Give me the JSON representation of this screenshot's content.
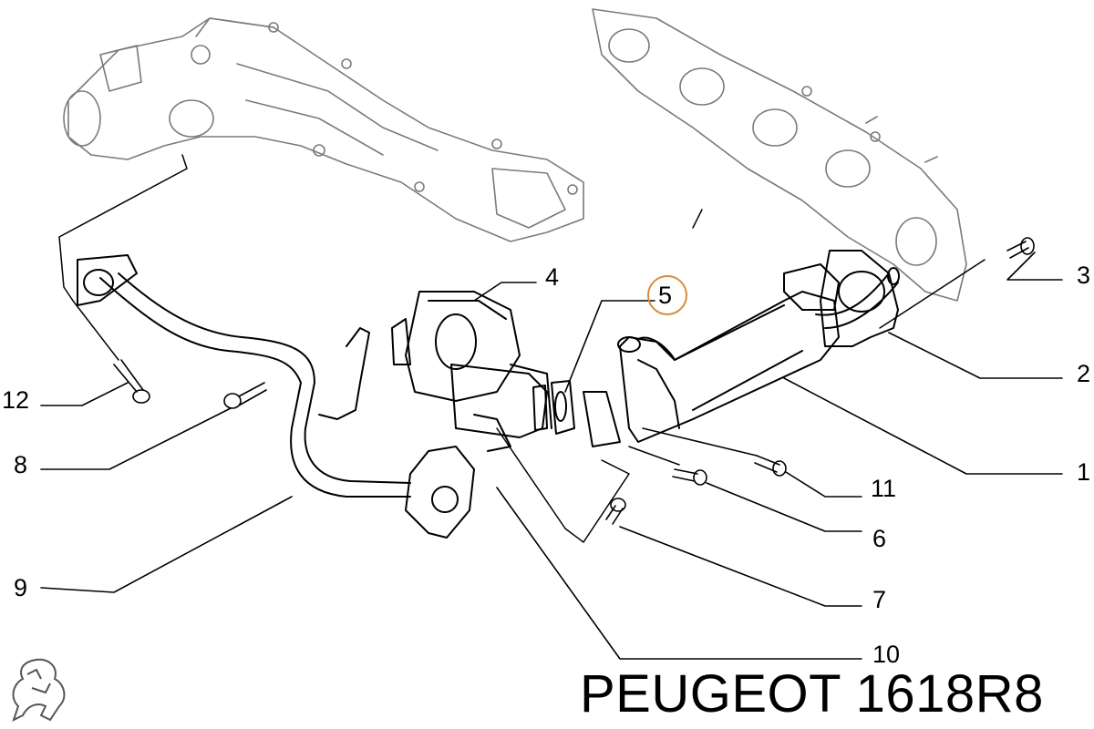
{
  "callouts": {
    "c1": "1",
    "c2": "2",
    "c3": "3",
    "c4": "4",
    "c5": "5",
    "c6": "6",
    "c7": "7",
    "c8": "8",
    "c9": "9",
    "c10": "10",
    "c11": "11",
    "c12": "12"
  },
  "caption": "PEUGEOT 1618R8",
  "colors": {
    "highlight": "#d98a3a",
    "line": "#000000",
    "phantom": "#8a8a8a"
  },
  "icons": {
    "logo": "peugeot-lion-logo"
  }
}
